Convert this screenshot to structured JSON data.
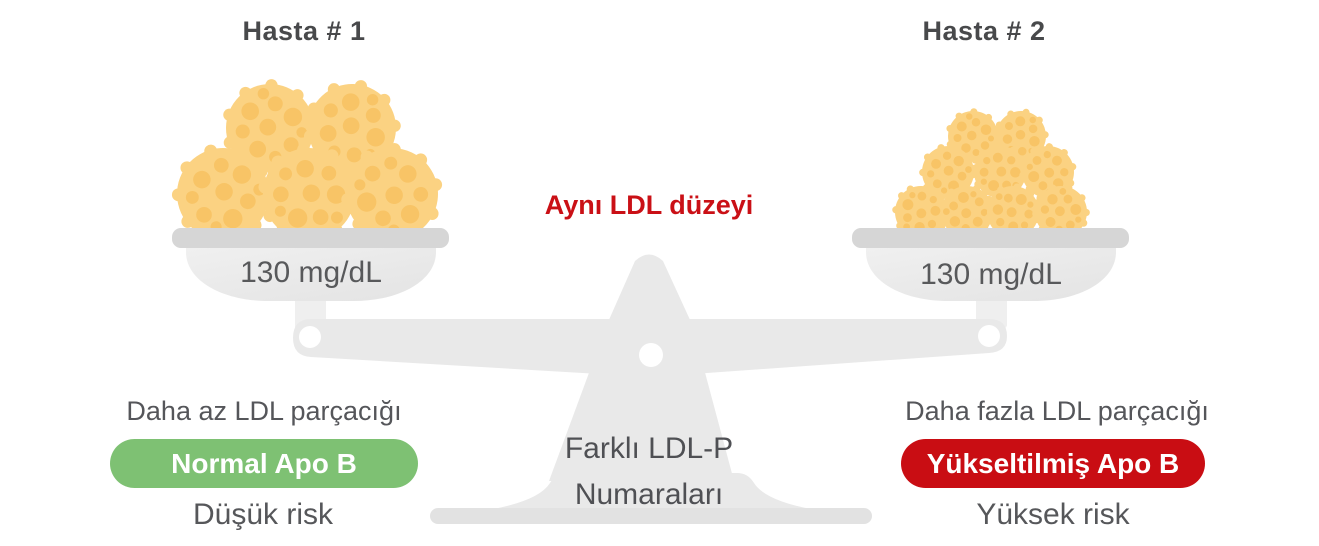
{
  "center": {
    "same_ldl_label": "Aynı LDL düzeyi",
    "accent_color": "#ca1016",
    "scale_label_line1": "Farklı LDL-P",
    "scale_label_line2": "Numaraları"
  },
  "patients": [
    {
      "title": "Hasta # 1",
      "ldl_value": "130 mg/dL",
      "particle_note": "Daha az LDL parçacığı",
      "apo_b_label": "Normal Apo B",
      "apo_b_color": "#7ec173",
      "risk_label": "Düşük risk",
      "particle_count": 5,
      "particle_size": "large"
    },
    {
      "title": "Hasta # 2",
      "ldl_value": "130 mg/dL",
      "particle_note": "Daha fazla LDL parçacığı",
      "apo_b_label": "Yükseltilmiş Apo B",
      "apo_b_color": "#c90d13",
      "risk_label": "Yüksek risk",
      "particle_count": 9,
      "particle_size": "small"
    }
  ],
  "particles": {
    "base_color": "#fbd282",
    "spot_color": "#f8c466"
  },
  "scale_colors": {
    "body": "#e9e9e9",
    "rim": "#d6d6d6",
    "stem": "#efefef",
    "base_bar": "#e2e2e2",
    "pivot": "#ffffff"
  }
}
